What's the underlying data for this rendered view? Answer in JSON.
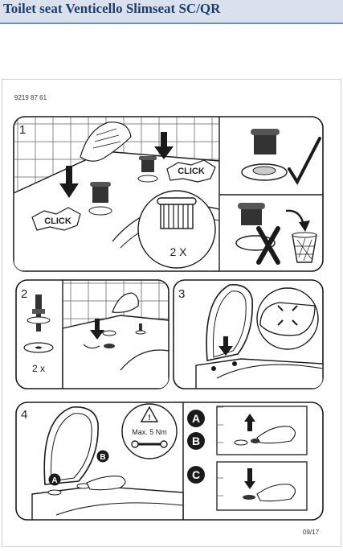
{
  "header": {
    "title": "Toilet seat Venticello Slimseat SC/QR"
  },
  "document": {
    "number": "9219 87 61",
    "page": "09/17"
  },
  "steps": {
    "step1": {
      "number": "1",
      "click_left": "CLICK",
      "click_right": "CLICK",
      "detail_count": "2 X"
    },
    "step2": {
      "number": "2",
      "count": "2 x"
    },
    "step3": {
      "number": "3"
    },
    "step4": {
      "number": "4",
      "torque": "Max. 5 Nm",
      "marker_a": "A",
      "marker_b": "B",
      "marker_c": "C"
    }
  },
  "icons": [
    "checkmark-icon",
    "cross-icon",
    "waste-bin-icon",
    "warning-triangle-icon",
    "wrench-icon",
    "arrow-down-icon",
    "arrow-up-icon",
    "expand-arrows-icon"
  ],
  "colors": {
    "header_bg": "#d9e2ec",
    "header_text": "#1f3d6e",
    "line": "#1a1a1a"
  }
}
